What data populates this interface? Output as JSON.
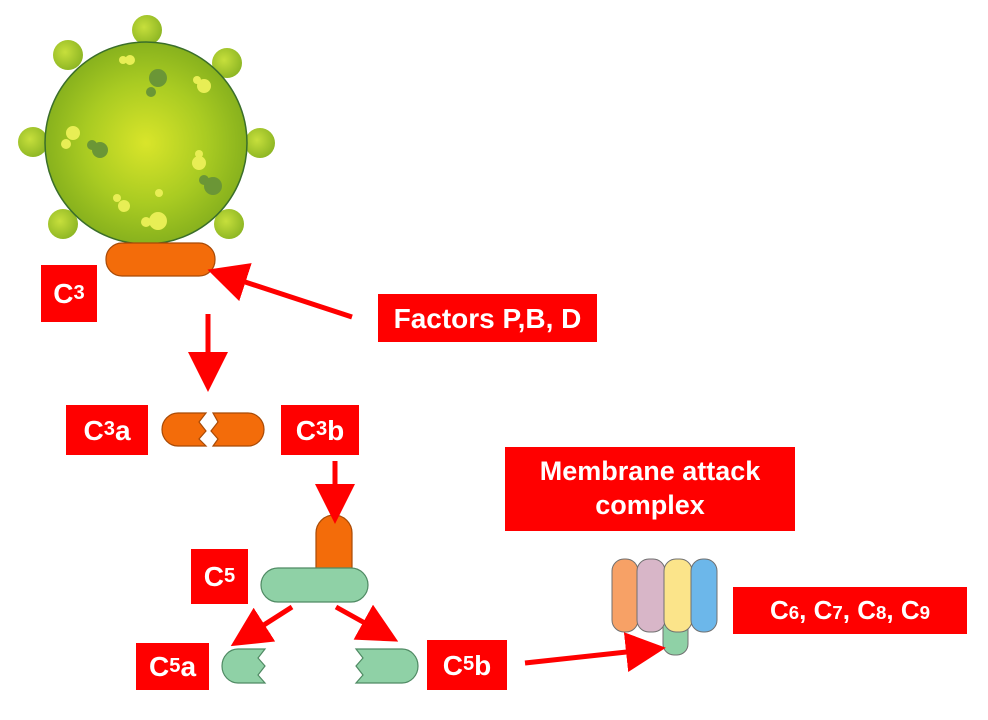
{
  "labels": {
    "c3": {
      "base": "C",
      "sub": "3",
      "tail": ""
    },
    "c3a": {
      "base": "C",
      "sub": "3",
      "tail": "a"
    },
    "c3b": {
      "base": "C",
      "sub": "3",
      "tail": "b"
    },
    "c5": {
      "base": "C",
      "sub": "5",
      "tail": ""
    },
    "c5a": {
      "base": "C",
      "sub": "5",
      "tail": "a"
    },
    "c5b": {
      "base": "C",
      "sub": "5",
      "tail": "b"
    },
    "factors": "Factors P,B, D",
    "mac": "Membrane attack complex",
    "c6789": [
      {
        "base": "C",
        "sub": "6",
        "sep": ", "
      },
      {
        "base": "C",
        "sub": "7",
        "sep": ", "
      },
      {
        "base": "C",
        "sub": "8",
        "sep": ", "
      },
      {
        "base": "C",
        "sub": "9",
        "sep": ""
      }
    ]
  },
  "colors": {
    "label_bg": "#ff0000",
    "label_text": "#ffffff",
    "arrow": "#ff0000",
    "c3_orange": "#f36c0a",
    "c5_green": "#8fd1a6",
    "pathogen_body": "#9ac21e",
    "pathogen_knob": "#a8cc2c",
    "mac_orange": "#f7a166",
    "mac_mauve": "#d8b6c8",
    "mac_yellow": "#fbe48a",
    "mac_blue": "#6cb7ea",
    "mac_green": "#8fd1a6"
  }
}
